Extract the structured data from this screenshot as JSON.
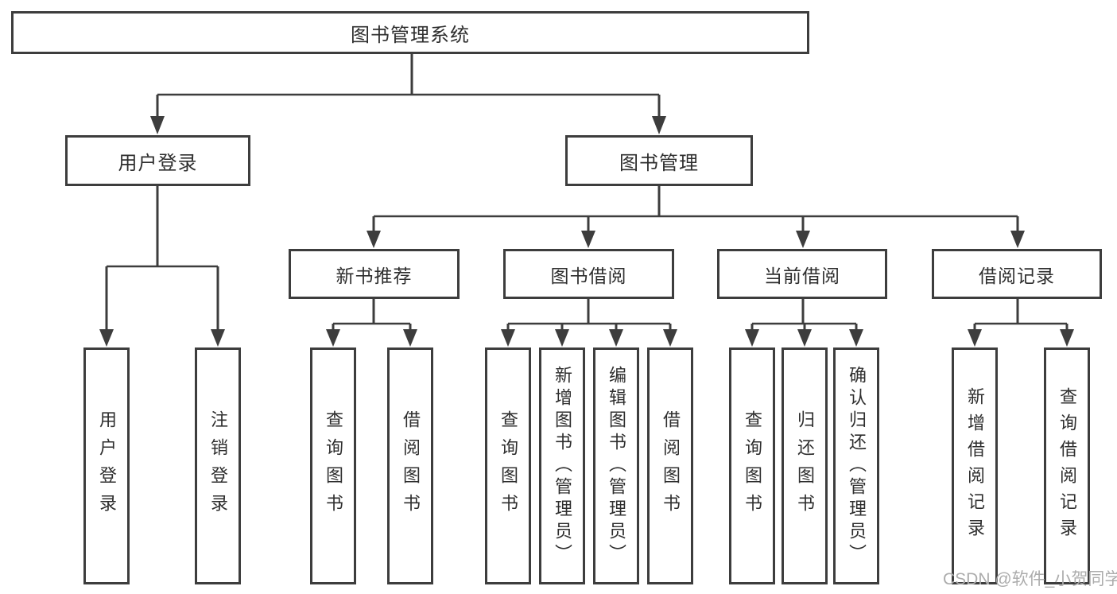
{
  "colors": {
    "line": "#3d3d3d",
    "text": "#2e2e2e",
    "watermark": "#acacac",
    "background": "#ffffff"
  },
  "tree": {
    "root": "图书管理系统",
    "children": [
      {
        "label": "用户登录",
        "children": [
          "用户登录",
          "注销登录"
        ]
      },
      {
        "label": "图书管理",
        "children": [
          {
            "label": "新书推荐",
            "children": [
              "查询图书",
              "借阅图书"
            ]
          },
          {
            "label": "图书借阅",
            "children": [
              "查询图书",
              "新增图书（管理员）",
              "编辑图书（管理员）",
              "借阅图书"
            ]
          },
          {
            "label": "当前借阅",
            "children": [
              "查询图书",
              "归还图书",
              "确认归还（管理员）"
            ]
          },
          {
            "label": "借阅记录",
            "children": [
              "新增借阅记录",
              "查询借阅记录"
            ]
          }
        ]
      }
    ]
  },
  "watermark": {
    "text": "CSDN @软件_小贺同学"
  }
}
